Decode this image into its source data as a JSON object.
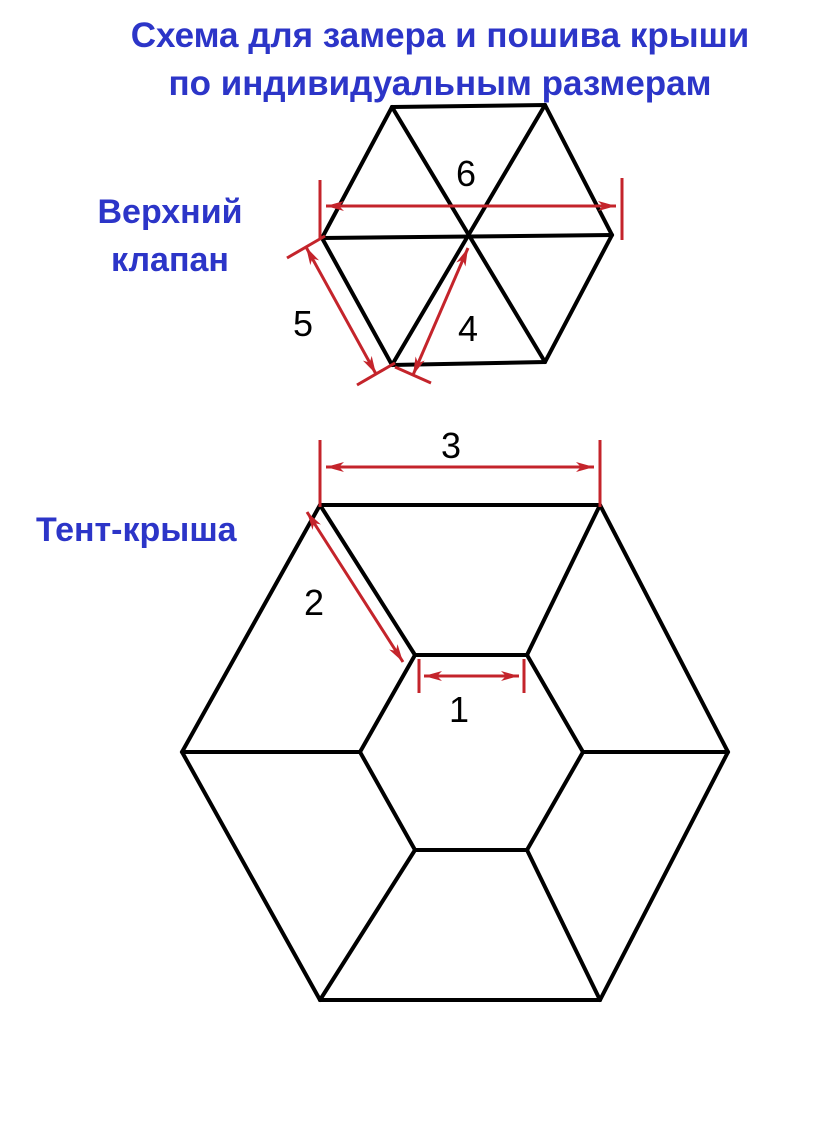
{
  "title": {
    "line1": "Схема для замера и пошива крыши",
    "line2": "по индивидуальным размерам"
  },
  "sections": {
    "top_flap": {
      "label_line1": "Верхний",
      "label_line2": "клапан",
      "dimension_labels": [
        "6",
        "5",
        "4"
      ]
    },
    "tent_roof": {
      "label": "Тент-крыша",
      "dimension_labels": [
        "3",
        "2",
        "1"
      ]
    }
  },
  "colors": {
    "label_blue": "#2c35c8",
    "outline_black": "#000000",
    "dimension_red": "#c4242b",
    "background": "#ffffff"
  }
}
